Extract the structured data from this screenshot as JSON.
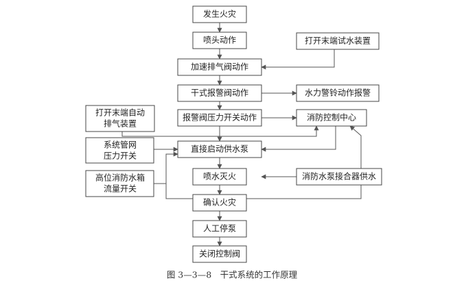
{
  "boxes": {
    "fire": "发生火灾",
    "sprinkler": "喷头动作",
    "accelerator": "加速排气阀动作",
    "dry_valve": "干式报警阀动作",
    "pressure_switch": "报警阀压力开关动作",
    "start_pump": "直接启动供水泵",
    "spray": "喷水灭火",
    "confirm": "确认火灾",
    "manual_stop": "人工停泵",
    "close_valve": "关闭控制阀",
    "end_test": "打开末端试水装置",
    "water_bell": "水力警铃动作报警",
    "control_center": "消防控制中心",
    "pump_connector": "消防水泵接合器供水",
    "end_exhaust_line1": "打开末端自动",
    "end_exhaust_line2": "排气装置",
    "network_line1": "系统管网",
    "network_line2": "压力开关",
    "tank_line1": "高位消防水箱",
    "tank_line2": "流量开关"
  },
  "caption": "图 3—3—8　干式系统的工作原理"
}
